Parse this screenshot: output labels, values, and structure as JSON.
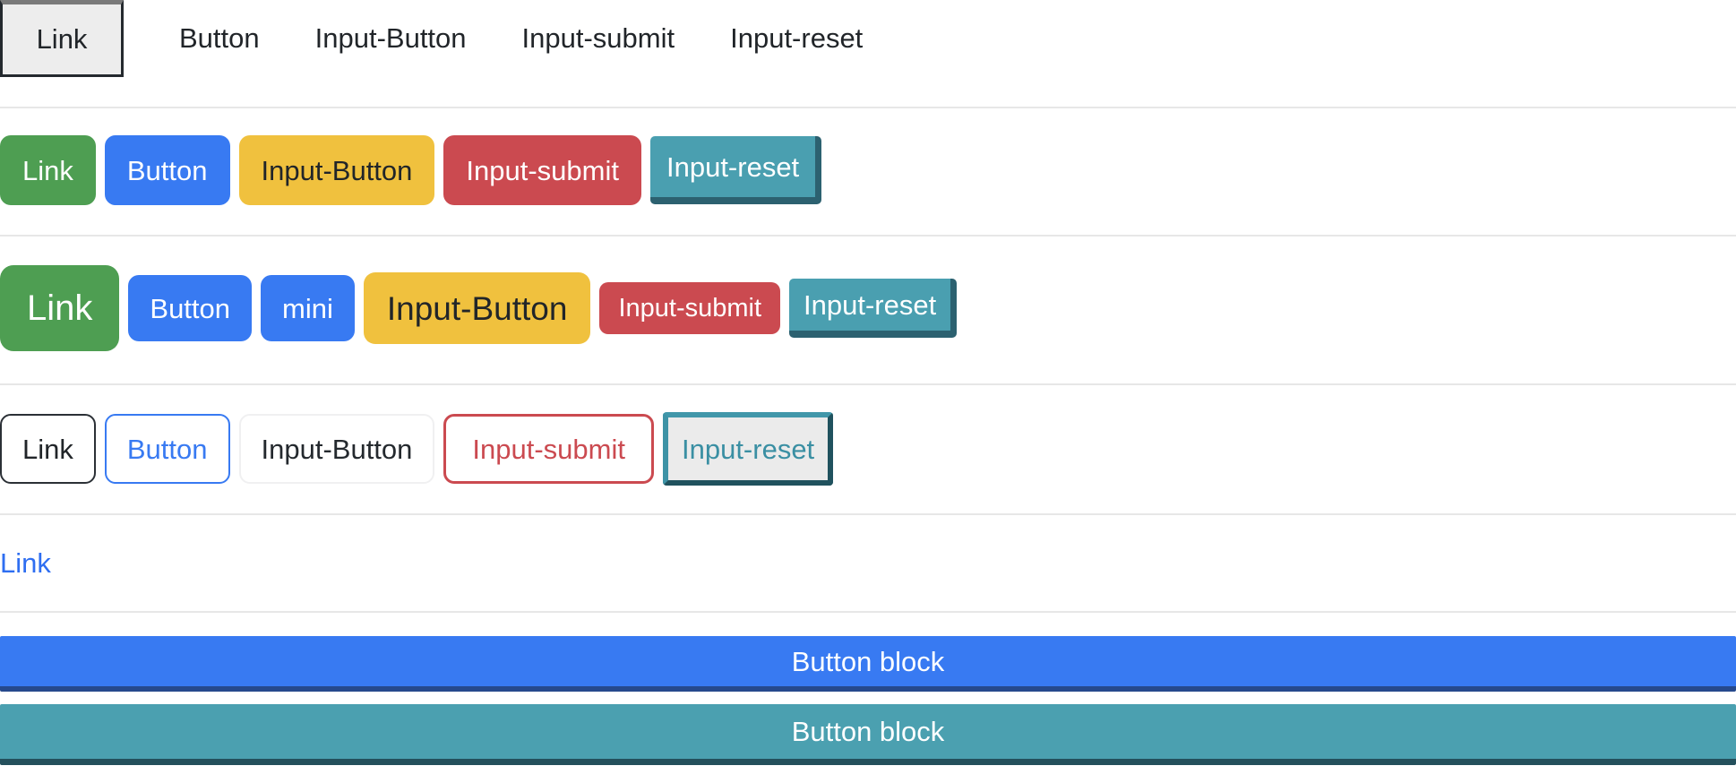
{
  "palette": {
    "green": "#4e9e52",
    "blue": "#387af2",
    "yellow": "#f0c13e",
    "red": "#cb4a50",
    "teal": "#4a9fb0",
    "teal_shadow": "#2c6170",
    "navy_block_shadow": "#26498c",
    "teal_block_shadow": "#24505c",
    "dark_text": "#212529",
    "link_blue": "#2e6ef1",
    "divider": "#e7e7e7",
    "focused_link_bg": "#ededed",
    "focused_link_border": "#24292e",
    "focused_link_top_bar": "#7a7a7a",
    "reset_outline_bg": "#ebebeb",
    "reset_outline_text": "#3a8fa3"
  },
  "nav": {
    "items": [
      {
        "label": "Link"
      },
      {
        "label": "Button"
      },
      {
        "label": "Input-Button"
      },
      {
        "label": "Input-submit"
      },
      {
        "label": "Input-reset"
      }
    ]
  },
  "solid": {
    "items": [
      {
        "label": "Link",
        "color": "#4e9e52"
      },
      {
        "label": "Button",
        "color": "#387af2"
      },
      {
        "label": "Input-Button",
        "color": "#f0c13e"
      },
      {
        "label": "Input-submit",
        "color": "#cb4a50"
      },
      {
        "label": "Input-reset",
        "color": "#4a9fb0"
      }
    ]
  },
  "sized": {
    "items": [
      {
        "label": "Link",
        "size": "large",
        "color": "#4e9e52"
      },
      {
        "label": "Button",
        "size": "medium",
        "color": "#387af2"
      },
      {
        "label": "mini",
        "size": "medium",
        "color": "#387af2"
      },
      {
        "label": "Input-Button",
        "size": "large",
        "color": "#f0c13e"
      },
      {
        "label": "Input-submit",
        "size": "small",
        "color": "#cb4a50"
      },
      {
        "label": "Input-reset",
        "size": "medium",
        "color": "#4a9fb0"
      }
    ]
  },
  "outline": {
    "items": [
      {
        "label": "Link",
        "color": "#212529"
      },
      {
        "label": "Button",
        "color": "#387af2"
      },
      {
        "label": "Input-Button",
        "color": "#212529"
      },
      {
        "label": "Input-submit",
        "color": "#cb4a50"
      },
      {
        "label": "Input-reset",
        "color": "#3a8fa3"
      }
    ]
  },
  "link_row": {
    "label": "Link"
  },
  "blocks": {
    "items": [
      {
        "label": "Button block",
        "color": "#387af2"
      },
      {
        "label": "Button block",
        "color": "#4ba0b0"
      }
    ]
  }
}
